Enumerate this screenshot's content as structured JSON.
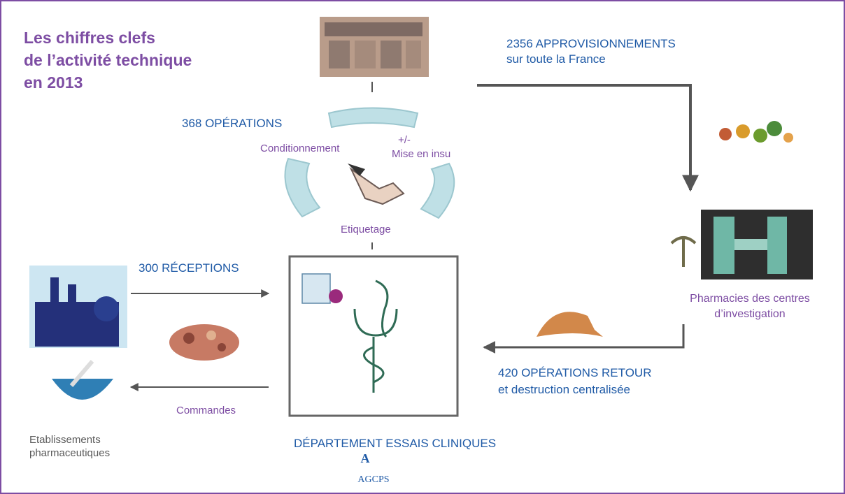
{
  "title_lines": [
    "Les chiffres clefs",
    "de l’activité technique",
    "en 2013"
  ],
  "supply": {
    "line1": "2356 APPROVISIONNEMENTS",
    "line2": "sur toute la France"
  },
  "operations": "368 OPÉRATIONS",
  "steps": {
    "conditionnement": "Conditionnement",
    "plusminus": "+/-",
    "mise_en_insu": "Mise en insu",
    "etiquetage": "Etiquetage"
  },
  "receptions": "300 RÉCEPTIONS",
  "commandes": "Commandes",
  "etablissements": {
    "line1": "Etablissements",
    "line2": "pharmaceutiques"
  },
  "department": "DÉPARTEMENT ESSAIS CLINIQUES",
  "returns": {
    "line1": "420 OPÉRATIONS RETOUR",
    "line2": "et destruction centralisée"
  },
  "pharmacies": {
    "line1": "Pharmacies des centres",
    "line2": "d’investigation"
  },
  "logo_text": "AGCPS",
  "colors": {
    "frame": "#7d4da3",
    "blue_text": "#1f5aa6",
    "purple_text": "#7d4da3",
    "arrow": "#555555",
    "arc": "#bfe0e6"
  }
}
